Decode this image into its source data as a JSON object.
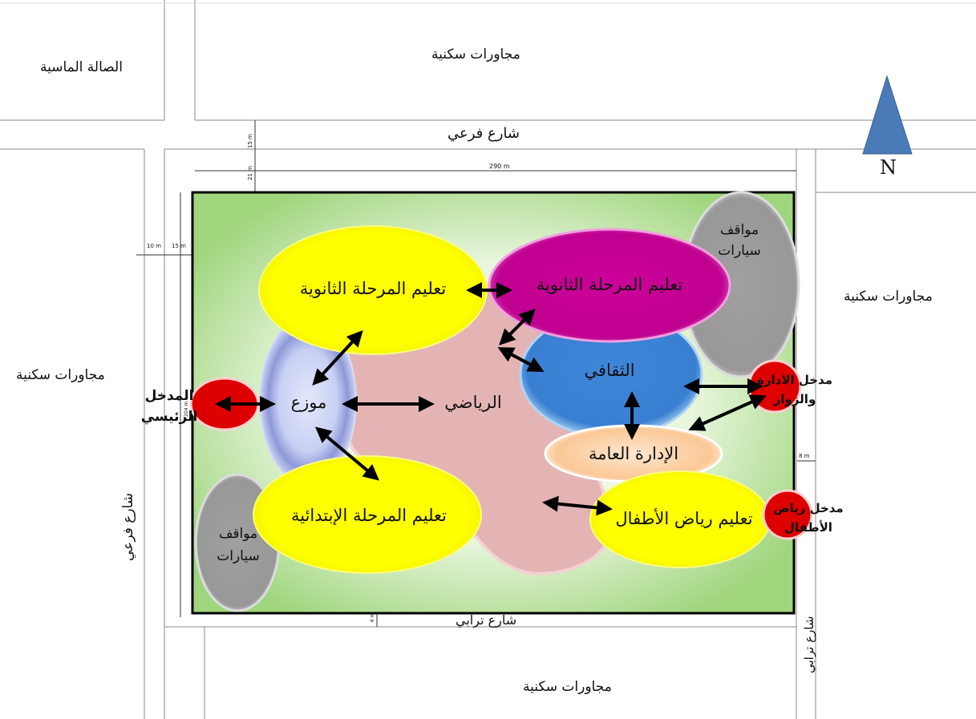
{
  "surroundings": {
    "top_left_block": "الصالة الماسية",
    "top_block": "مجاورات سكنية",
    "left_block": "مجاورات سكنية",
    "right_block": "مجاورات سكنية",
    "bottom_block": "مجاورات سكنية"
  },
  "streets": {
    "north_street": "شارع فرعي",
    "south_street": "شارع ترابي",
    "west_street": "شارع فرعي",
    "east_street": "شارع ترابي"
  },
  "dimensions": {
    "width_top": "290 m",
    "setback_north_1": "15 m",
    "setback_north_2": "21 m",
    "setback_west_1": "10 m",
    "setback_west_2": "15 m",
    "setback_east": "8 m",
    "height_left": "204 m",
    "setback_south": "6 m"
  },
  "north_marker": {
    "label": "N"
  },
  "zones": {
    "secondary_education_yellow": "تعليم المرحلة الثانوية",
    "secondary_education_magenta": "تعليم المرحلة الثانوية",
    "parking_top": "مواقف سيارات",
    "parking_bottom": "مواقف سيارات",
    "cultural": "الثقافي",
    "distributor": "موزع",
    "sports": "الرياضي",
    "administration": "الإدارة العامة",
    "primary_education": "تعليم المرحلة الإبتدائية",
    "kindergarten": "تعليم رياض الأطفال",
    "main_entrance": "المدخل الرئيسي",
    "admin_entrance": "مدخل الادارة والزوار",
    "kindergarten_entrance": "مدخل رياض الأطفال"
  },
  "colors": {
    "site_green": "#bfe6a8",
    "sports_pink": "#e4b4b4",
    "yellow": "#ffff00",
    "magenta": "#cc0099",
    "cultural_blue": "#3e86d8",
    "distributor_lavender": "#c8d0f4",
    "admin_peach": "#fbd0a4",
    "parking_gray": "#9c9c9c",
    "entrance_red": "#e00000",
    "north_arrow": "#4a7ab8"
  }
}
